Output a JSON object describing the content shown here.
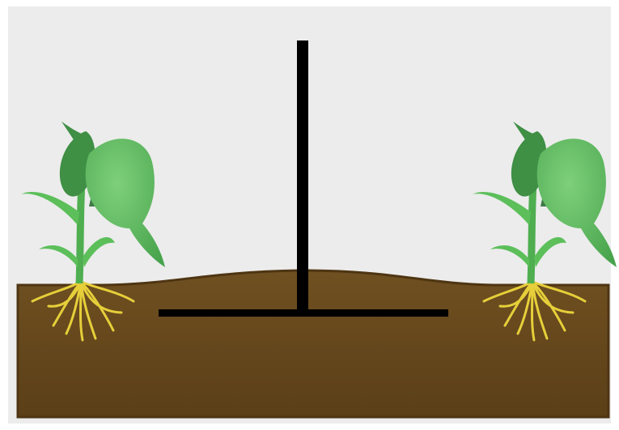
{
  "scene": {
    "background_color": "#ececec",
    "soil_color": "#6e4f1f",
    "soil_dark_color": "#4e3512",
    "implement_color": "#000000",
    "leaf_light_color": "#5cbf5a",
    "leaf_dark_color": "#3f8f45",
    "root_color": "#e6cf3a"
  },
  "elements": [
    {
      "name": "plant-left",
      "type": "plant"
    },
    {
      "name": "plant-right",
      "type": "plant"
    },
    {
      "name": "t-shaped-tool",
      "type": "implement"
    },
    {
      "name": "soil-bed",
      "type": "soil"
    }
  ]
}
